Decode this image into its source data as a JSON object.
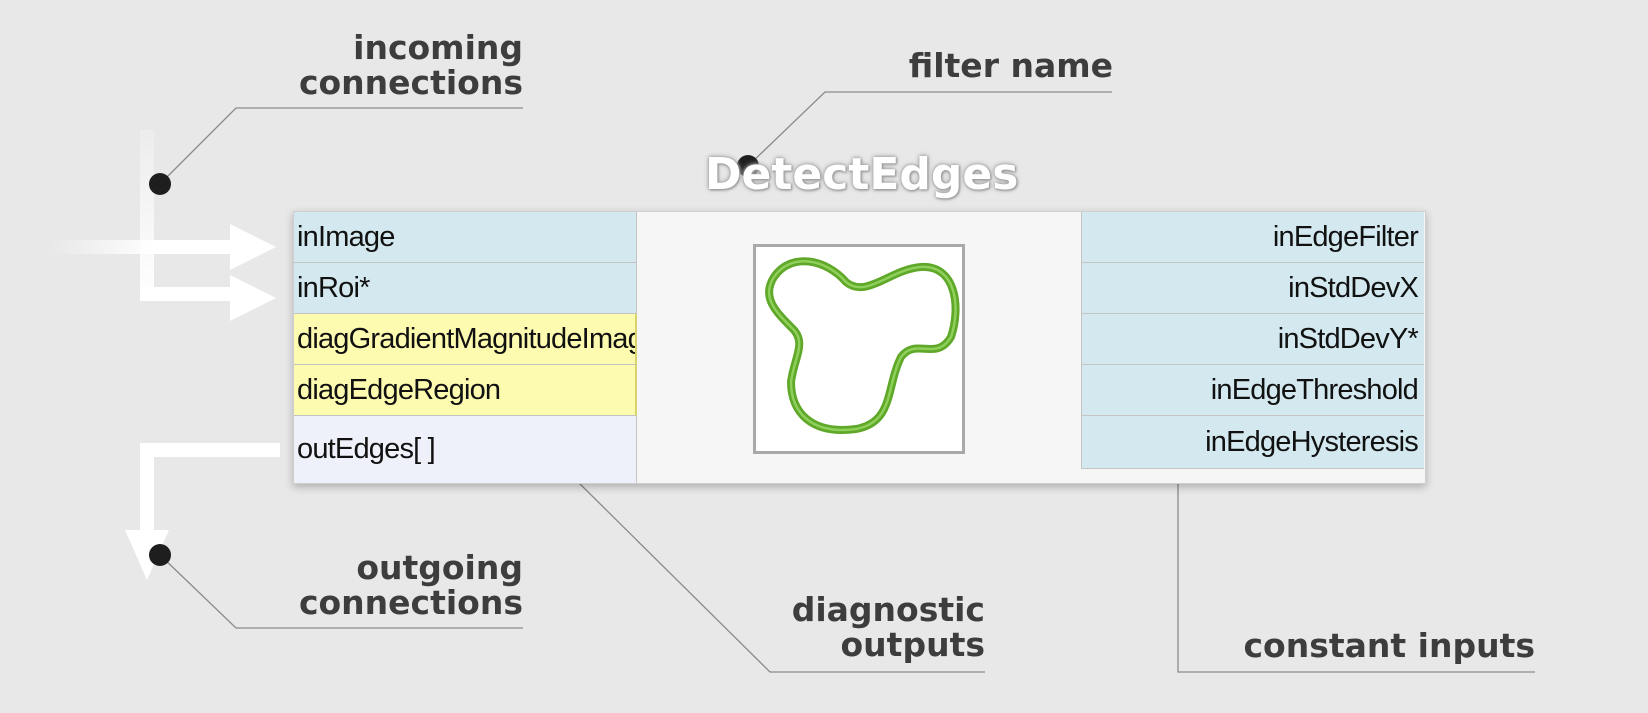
{
  "filter": {
    "name": "DetectEdges",
    "left_ports": [
      {
        "label": "inImage",
        "kind": "input"
      },
      {
        "label": "inRoi*",
        "kind": "input"
      },
      {
        "label": "diagGradientMagnitudeImage",
        "kind": "diagnostic"
      },
      {
        "label": "diagEdgeRegion",
        "kind": "diagnostic"
      },
      {
        "label": "outEdges[ ]",
        "kind": "output"
      }
    ],
    "right_ports": [
      {
        "label": "inEdgeFilter"
      },
      {
        "label": "inStdDevX"
      },
      {
        "label": "inStdDevY*"
      },
      {
        "label": "inEdgeThreshold"
      },
      {
        "label": "inEdgeHysteresis"
      }
    ],
    "preview_icon": "green-closed-contour-icon"
  },
  "callouts": {
    "incoming": [
      "incoming",
      "connections"
    ],
    "filter_name": [
      "filter name"
    ],
    "outgoing": [
      "outgoing",
      "connections"
    ],
    "diagnostic": [
      "diagnostic",
      "outputs"
    ],
    "constant": [
      "constant inputs"
    ]
  },
  "colors": {
    "background": "#e8e8e8",
    "input_port": "#d3e9ef",
    "diagnostic_port": "#fdfbb0",
    "output_port": "#eef1f9",
    "contour": "#5fa82a",
    "callout_text": "#3d3d3d"
  }
}
